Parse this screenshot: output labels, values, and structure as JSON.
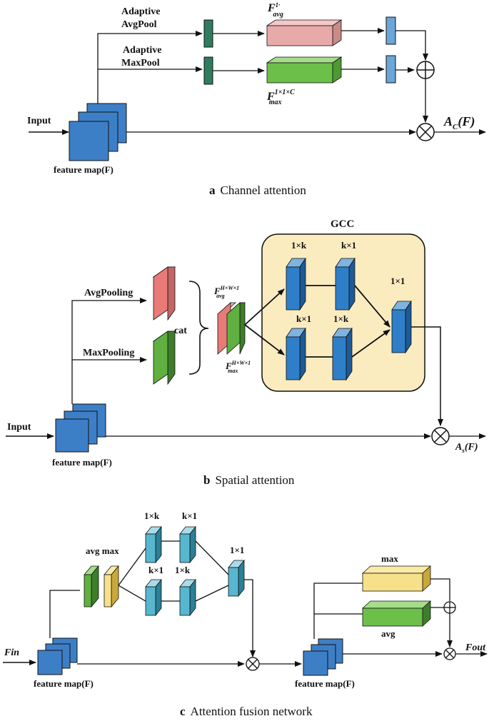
{
  "panel_a": {
    "caption_letter": "a",
    "caption_text": "Channel attention",
    "label_adaptive_avg_1": "Adaptive",
    "label_adaptive_avg_2": "AvgPool",
    "label_adaptive_max_1": "Adaptive",
    "label_adaptive_max_2": "MaxPool",
    "input_label": "Input",
    "feature_map_label": "feature map(F)",
    "f_avg_main": "F",
    "f_avg_sup": "1·",
    "f_avg_sub": "avg",
    "f_max_main": "F",
    "f_max_sup": "1×1×C",
    "f_max_sub": "max",
    "output_label": "A",
    "output_sub": "C",
    "output_arg": "(F)"
  },
  "panel_b": {
    "caption_letter": "b",
    "caption_text": "Spatial attention",
    "gcc_title": "GCC",
    "avgpooling_label": "AvgPooling",
    "maxpooling_label": "MaxPooling",
    "cat_label": "cat",
    "f_avg_main": "F",
    "f_avg_sup": "H×W×1",
    "f_avg_sub": "avg",
    "f_max_main": "F",
    "f_max_sup": "H×W×1",
    "f_max_sub": "max",
    "gcc_1xk_top": "1×k",
    "gcc_kx1_top": "k×1",
    "gcc_kx1_bottom": "k×1",
    "gcc_1xk_bottom": "1×k",
    "gcc_1x1": "1×1",
    "input_label": "Input",
    "feature_map_label": "feature map(F)",
    "output_label": "A",
    "output_sub": "s",
    "output_arg": "(F)"
  },
  "panel_c": {
    "caption_letter": "c",
    "caption_text": "Attention fusion network",
    "avg_max_label": "avg max",
    "conv_1xk_top": "1×k",
    "conv_kx1_top": "k×1",
    "conv_kx1_bottom": "k×1",
    "conv_1xk_bottom": "1×k",
    "conv_1x1": "1×1",
    "fin_label": "Fin",
    "fout_label": "Fout",
    "feature_map_left": "feature map(F)",
    "feature_map_right": "feature map(F)",
    "max_label": "max",
    "avg_label": "avg"
  },
  "colors": {
    "blue": "#3d7fc6",
    "teal": "#2e7d5f",
    "lightblue": "#6aa6d8",
    "pink": "#e8aaa8",
    "green": "#6cc04a",
    "red": "#e87a78",
    "gcc_bg": "#fbecc0",
    "yellow": "#f7e08a"
  }
}
